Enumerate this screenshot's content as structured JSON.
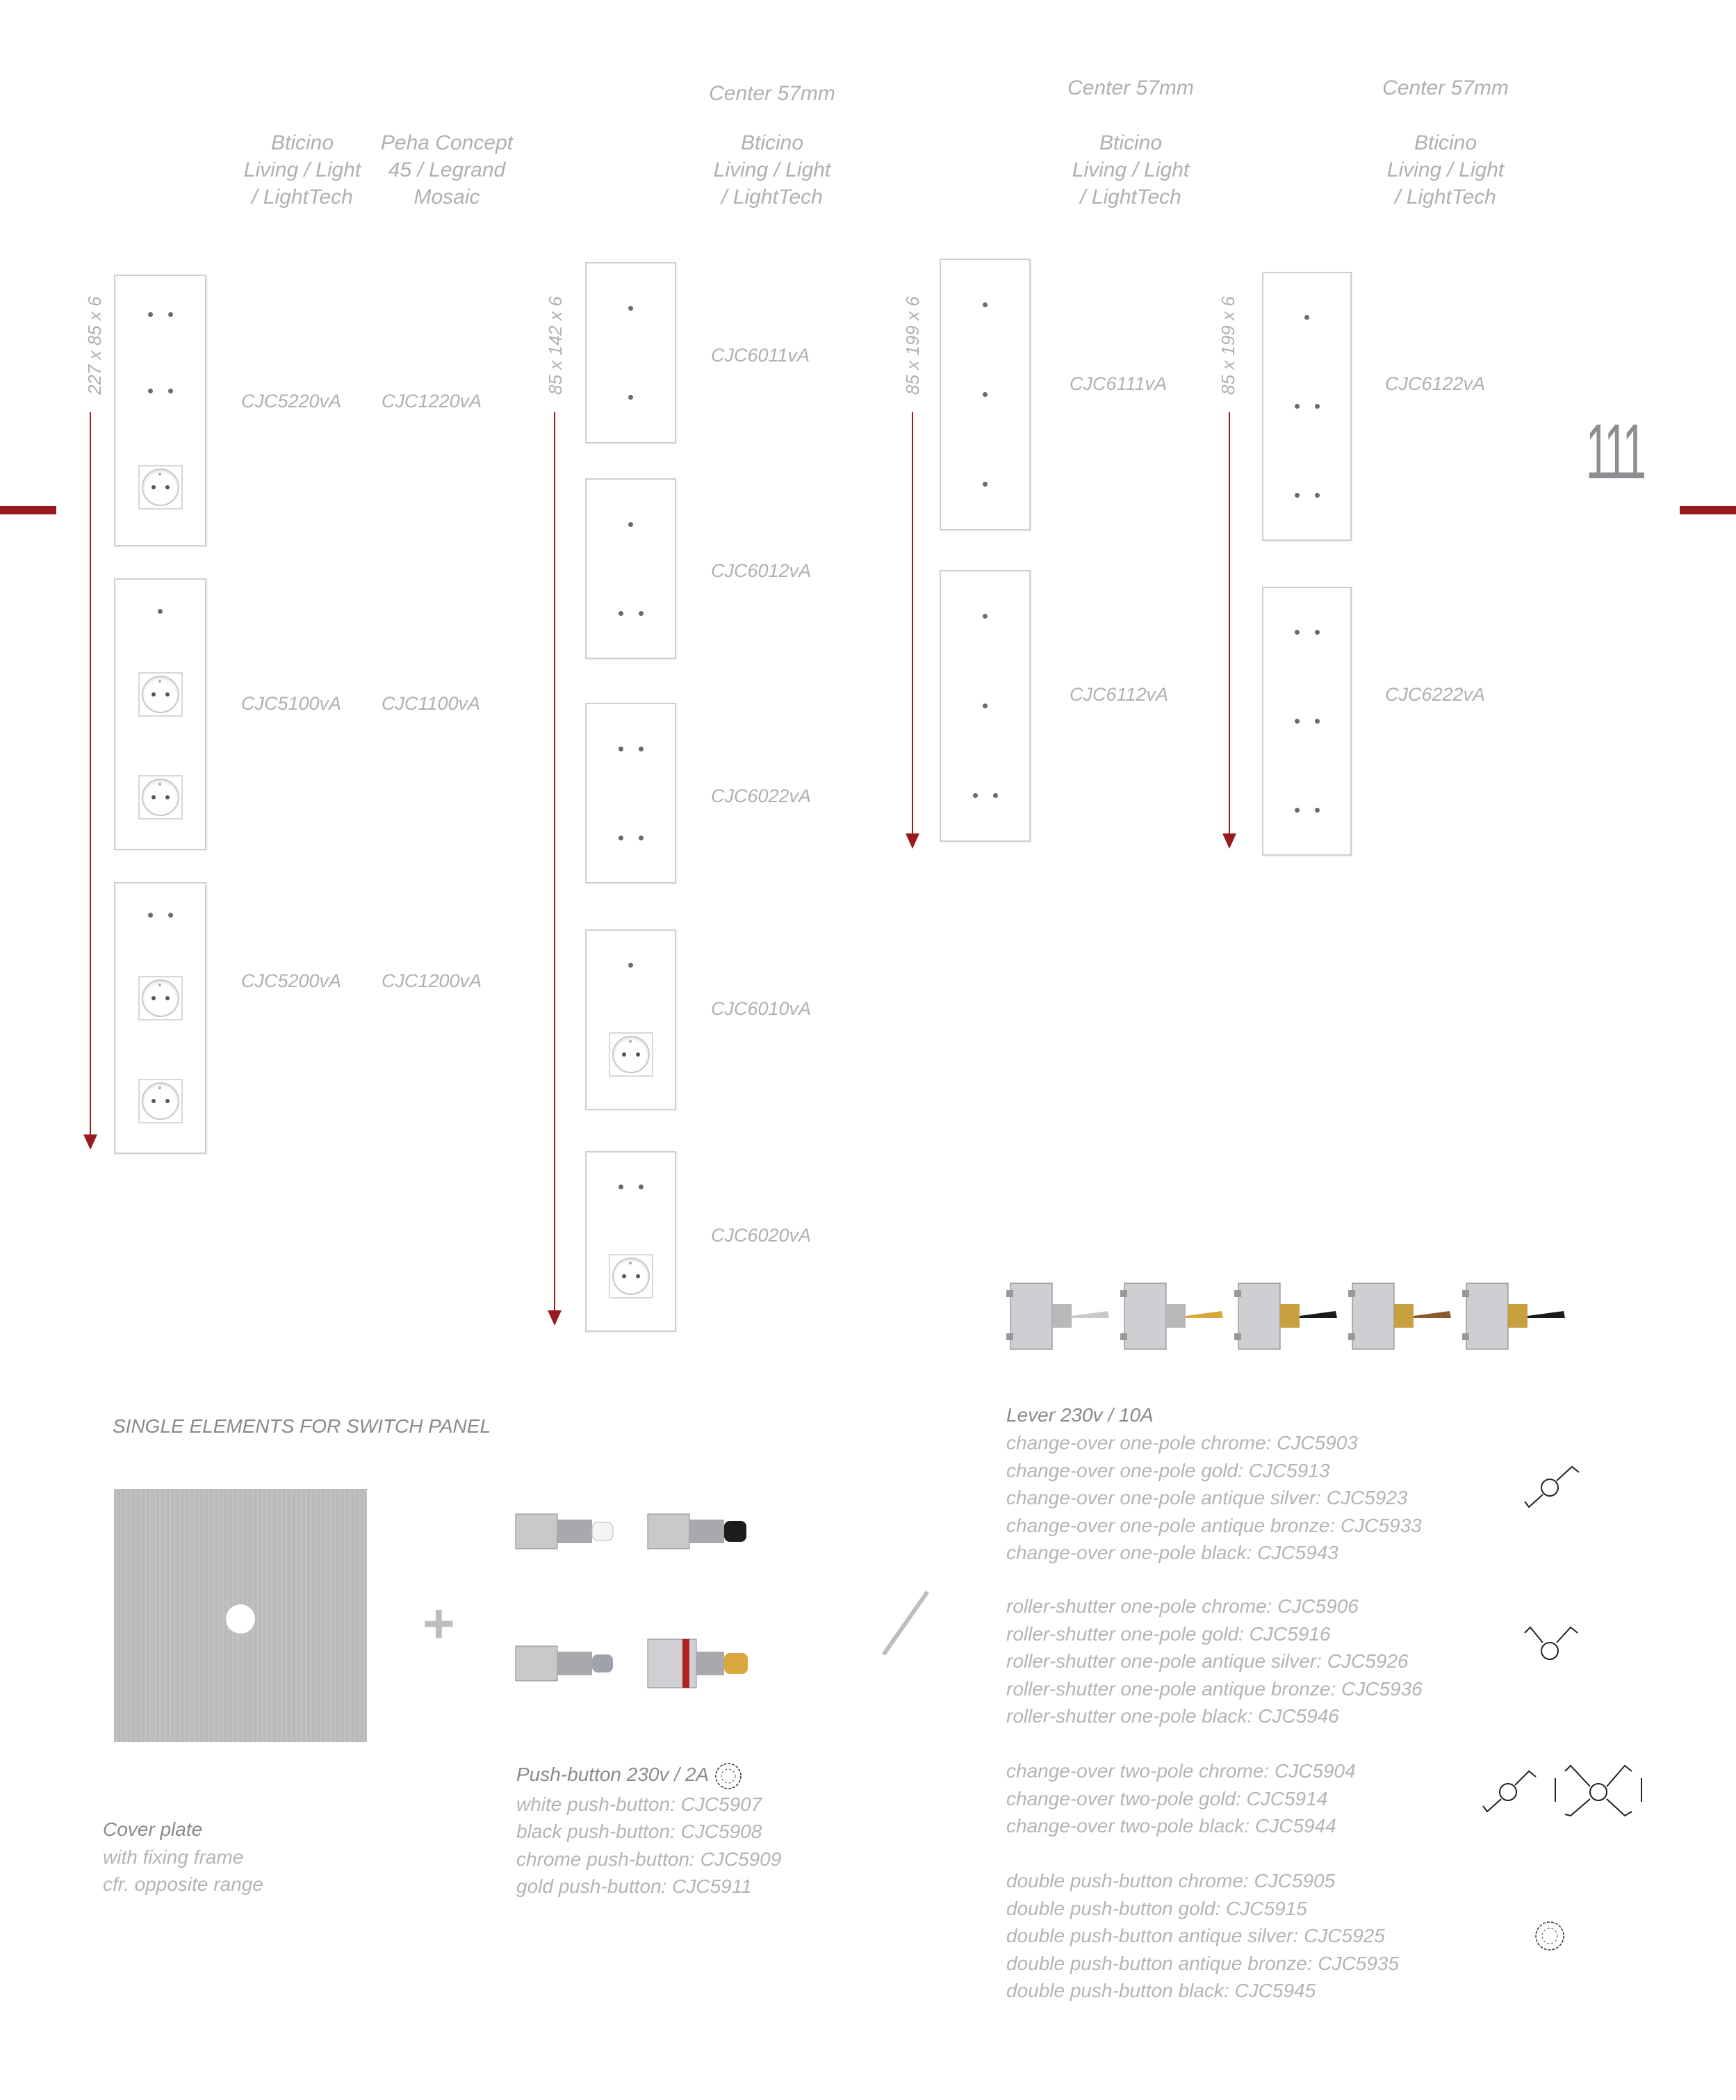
{
  "page_number": "111",
  "columns": [
    {
      "center": "",
      "brand": [
        "Bticino",
        "Living / Light",
        "/ LightTech"
      ]
    },
    {
      "center": "",
      "brand": [
        "Peha Concept",
        "45 / Legrand",
        "Mosaic"
      ]
    },
    {
      "center": "Center 57mm",
      "brand": [
        "Bticino",
        "Living / Light",
        "/ LightTech"
      ]
    },
    {
      "center": "Center 57mm",
      "brand": [
        "Bticino",
        "Living / Light",
        "/ LightTech"
      ]
    },
    {
      "center": "Center 57mm",
      "brand": [
        "Bticino",
        "Living / Light",
        "/ LightTech"
      ]
    }
  ],
  "groups": [
    {
      "dimension": "227 x 85 x 6",
      "plates": [
        {
          "modules": [
            "2",
            "2",
            "socket"
          ],
          "codes": [
            "CJC5220vA",
            "CJC1220vA"
          ]
        },
        {
          "modules": [
            "1",
            "socket",
            "socket"
          ],
          "codes": [
            "CJC5100vA",
            "CJC1100vA"
          ]
        },
        {
          "modules": [
            "2",
            "socket",
            "socket"
          ],
          "codes": [
            "CJC5200vA",
            "CJC1200vA"
          ]
        }
      ]
    },
    {
      "dimension": "85 x 142 x 6",
      "plates": [
        {
          "modules": [
            "1",
            "1"
          ],
          "codes": [
            "CJC6011vA"
          ]
        },
        {
          "modules": [
            "1",
            "2"
          ],
          "codes": [
            "CJC6012vA"
          ]
        },
        {
          "modules": [
            "2",
            "2"
          ],
          "codes": [
            "CJC6022vA"
          ]
        },
        {
          "modules": [
            "1",
            "socket"
          ],
          "codes": [
            "CJC6010vA"
          ]
        },
        {
          "modules": [
            "2",
            "socket"
          ],
          "codes": [
            "CJC6020vA"
          ]
        }
      ]
    },
    {
      "dimension": "85 x 199 x 6",
      "plates": [
        {
          "modules": [
            "1",
            "1",
            "1"
          ],
          "codes": [
            "CJC6111vA"
          ]
        },
        {
          "modules": [
            "1",
            "1",
            "2"
          ],
          "codes": [
            "CJC6112vA"
          ]
        }
      ]
    },
    {
      "dimension": "85 x 199 x 6",
      "plates": [
        {
          "modules": [
            "1",
            "2",
            "2"
          ],
          "codes": [
            "CJC6122vA"
          ]
        },
        {
          "modules": [
            "2",
            "2",
            "2"
          ],
          "codes": [
            "CJC6222vA"
          ]
        }
      ]
    }
  ],
  "single_elements": {
    "title": "SINGLE ELEMENTS FOR SWITCH PANEL",
    "plus": "+",
    "cover_plate": {
      "title": "Cover plate",
      "lines": [
        "with fixing frame",
        "cfr. opposite range"
      ]
    },
    "push_button": {
      "title": "Push-button 230v / 2A",
      "lines": [
        "white push-button: CJC5907",
        "black push-button: CJC5908",
        "chrome push-button: CJC5909",
        "gold push-button: CJC5911"
      ]
    },
    "lever": {
      "title": "Lever 230v / 10A",
      "groups": [
        [
          "change-over one-pole chrome: CJC5903",
          "change-over one-pole gold: CJC5913",
          "change-over one-pole antique silver: CJC5923",
          "change-over one-pole antique bronze: CJC5933",
          "change-over one-pole black: CJC5943"
        ],
        [
          "roller-shutter one-pole chrome: CJC5906",
          "roller-shutter one-pole gold: CJC5916",
          "roller-shutter one-pole antique silver: CJC5926",
          "roller-shutter one-pole antique bronze: CJC5936",
          "roller-shutter one-pole black: CJC5946"
        ],
        [
          "change-over two-pole chrome: CJC5904",
          "change-over two-pole gold: CJC5914",
          "change-over two-pole black: CJC5944"
        ],
        [
          "double push-button chrome: CJC5905",
          "double push-button gold: CJC5915",
          "double push-button antique silver: CJC5925",
          "double push-button antique bronze: CJC5935",
          "double push-button black: CJC5945"
        ]
      ]
    }
  },
  "colors": {
    "accent": "#9a1b1e",
    "text": "#b4b4b8",
    "heading": "#8a8a8e"
  }
}
